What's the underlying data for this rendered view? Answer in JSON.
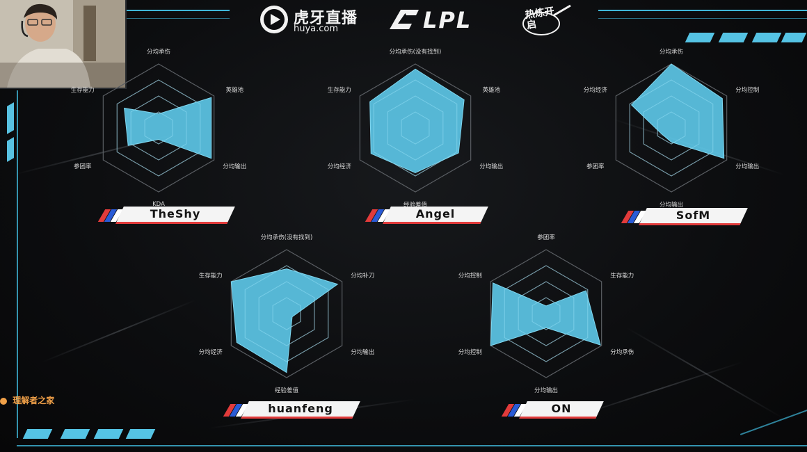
{
  "header": {
    "huya_logo_cn": "虎牙直播",
    "huya_logo_url": "huya.com",
    "lpl_logo": "LPL",
    "event_logo": "热炼开启"
  },
  "stream_overlay": {
    "ticker_text": "理解者之家"
  },
  "colors": {
    "accent": "#58c2e4",
    "radar_fill": "#5cc6e6",
    "plate_red": "#e23b3b",
    "plate_blue": "#2a5bd6",
    "background": "#0c0d0f"
  },
  "players": [
    {
      "name": "TheShy",
      "axes": [
        "分均承伤",
        "英雄池",
        "分均输出",
        "KDA",
        "参团率",
        "生存能力"
      ],
      "values": [
        0.22,
        0.95,
        0.95,
        0.18,
        0.55,
        0.62
      ]
    },
    {
      "name": "Angel",
      "axes": [
        "分均承伤(没有找到)",
        "英雄池",
        "分均输出",
        "经验差值",
        "分均经济",
        "生存能力"
      ],
      "values": [
        0.92,
        0.88,
        0.78,
        0.7,
        0.8,
        0.82
      ]
    },
    {
      "name": "SofM",
      "axes": [
        "分均承伤",
        "分均控制",
        "分均输出",
        "分均输出",
        "参团率",
        "分均经济"
      ],
      "values": [
        1.0,
        0.92,
        0.95,
        0.22,
        0.18,
        0.72
      ]
    },
    {
      "name": "huanfeng",
      "axes": [
        "分均承伤(没有找到)",
        "分均补刀",
        "分均输出",
        "经验差值",
        "分均经济",
        "生存能力"
      ],
      "values": [
        0.7,
        0.92,
        0.1,
        0.92,
        0.9,
        1.0
      ]
    },
    {
      "name": "ON",
      "axes": [
        "参团率",
        "生存能力",
        "分均承伤",
        "分均输出",
        "分均控制",
        "分均控制"
      ],
      "values": [
        0.12,
        0.72,
        0.98,
        0.22,
        1.0,
        0.96
      ]
    }
  ]
}
